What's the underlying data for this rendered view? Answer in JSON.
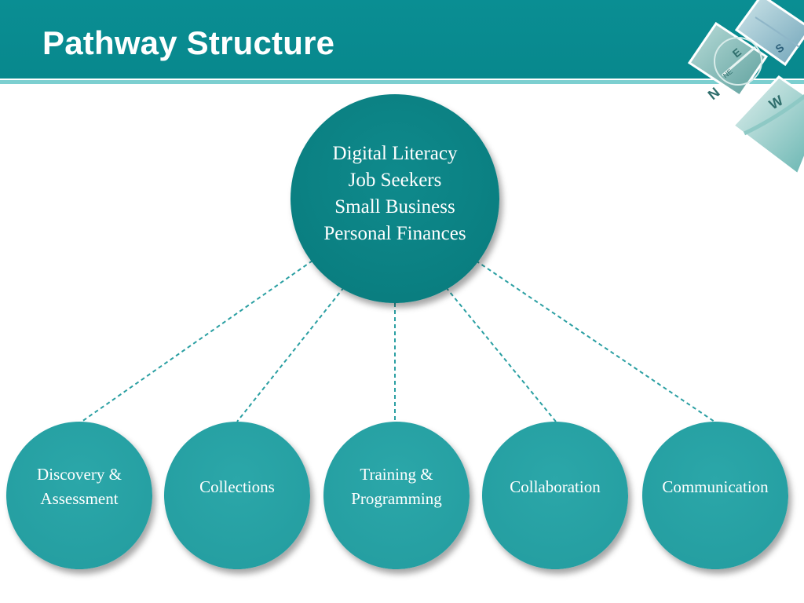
{
  "header": {
    "title": "Pathway Structure"
  },
  "hub": {
    "lines": [
      "Digital Literacy",
      "Job Seekers",
      "Small Business",
      "Personal Finances"
    ]
  },
  "nodes": [
    {
      "label": "Discovery &\nAssessment"
    },
    {
      "label": "Collections"
    },
    {
      "label": "Training &\nProgramming"
    },
    {
      "label": "Collaboration"
    },
    {
      "label": "Communication"
    }
  ],
  "colors": {
    "header": "#0a8e93",
    "header_line": "#7ccfd0",
    "hub": "#087a7c",
    "node": "#239c9f",
    "connector": "#2a9fa2"
  },
  "decor": {
    "icon": "compass-icon"
  }
}
